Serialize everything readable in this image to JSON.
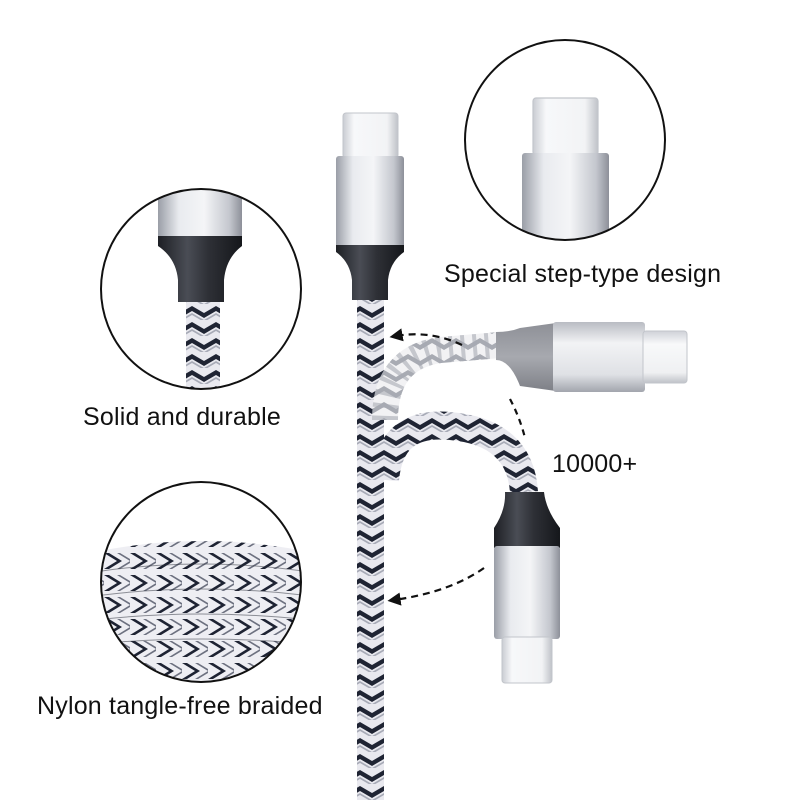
{
  "product": {
    "subject": "USB-C braided charging cable",
    "colors": {
      "braid_dark": "#1f2433",
      "braid_light": "#e8e8ee",
      "braid_mid": "#9aa0ad",
      "aluminum": "#c9ccd2",
      "aluminum_highlight": "#eef0f3",
      "boot_dark": "#2e3036",
      "connector_tip": "#f3f4f6",
      "outline": "#111111"
    }
  },
  "features": [
    {
      "id": "step",
      "label": "Special step-type design",
      "icon": "usb-c-connector-closeup"
    },
    {
      "id": "durable",
      "label": "Solid and durable",
      "icon": "connector-boot-closeup"
    },
    {
      "id": "nylon",
      "label": "Nylon tangle-free braided",
      "icon": "braided-coil-closeup"
    }
  ],
  "bend_test": {
    "label": "10000+",
    "icon": "bend-arrow"
  }
}
